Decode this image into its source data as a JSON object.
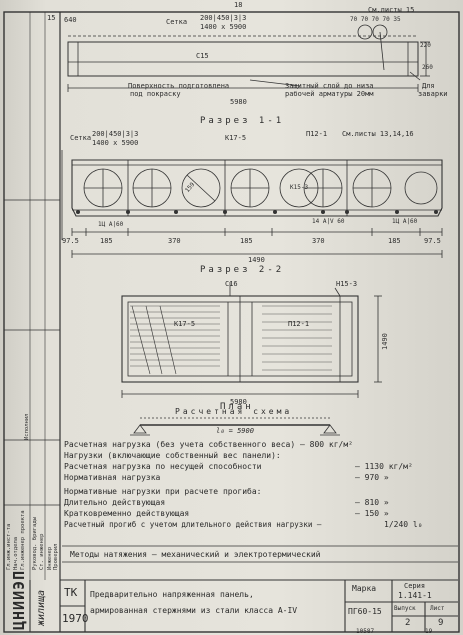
{
  "sheet": {
    "page_top_number": "18",
    "bottom_corner_code": "10587",
    "bottom_corner_page": "19"
  },
  "elevation": {
    "dim_15": "15",
    "dim_640": "640",
    "mesh_label": "Сетка",
    "mesh_spec": "200|450|3|3",
    "mesh_spec_2": "1400 x 5900",
    "sheets_ref": "См.листы 15",
    "dims_top_right": "70 70 70 70 35",
    "dim_c15": "С15",
    "dim_220": "220",
    "dim_260": "260",
    "dim_5980": "5980",
    "surface_note_1": "Поверхность подготовлена",
    "surface_note_2": "под покраску",
    "cover_note_1": "Защитный слой до низа",
    "cover_note_2": "рабочей арматуры 20мм",
    "slab_note_1": "Для",
    "slab_note_2": "заварки"
  },
  "section_1": {
    "title": "Разрез 1-1",
    "mesh_label": "Сетка",
    "mesh_spec": "200|450|3|3",
    "mesh_spec_2": "1400 x 5900",
    "k17": "К17-5",
    "p12": "П12-1",
    "sheets_ref": "См.листы 13,14,16",
    "d159": "159",
    "k15": "К15-3",
    "bar_1": "1Ц А|60",
    "bar_2": "14 А|V 60",
    "bar_3": "1Ц А|60",
    "dims": [
      "97.5",
      "185",
      "370",
      "185",
      "370",
      "185",
      "97.5"
    ],
    "total": "1490"
  },
  "section_2": {
    "title": "Разрез 2-2",
    "c16": "С16",
    "h15": "Н15-3",
    "k17": "К17-5",
    "p12": "П12-1",
    "dim_1490": "1490",
    "total": "5980"
  },
  "plan_title": "План",
  "calc": {
    "title": "Расчетная схема",
    "span": "l₀ = 5900"
  },
  "loads": {
    "design_load": "Расчетная нагрузка (без учета собственного веса) — 800 кг/м²",
    "loads_header": "Нагрузки (включающие собственный вес панели):",
    "bearing": "Расчетная нагрузка по несущей способности",
    "bearing_val": "— 1130 кг/м²",
    "normative": "Нормативная нагрузка",
    "normative_val": "— 970  »",
    "deflection_header": "Нормативные нагрузки при расчете прогиба:",
    "long_term": "Длительно действующая",
    "long_term_val": "— 810  »",
    "short_term": "Кратковременно действующая",
    "short_term_val": "— 150  »",
    "deflection": "Расчетный прогиб с учетом длительного действия нагрузки —",
    "deflection_val": "1/240 l₀"
  },
  "methods": "Методы натяжения — механический и электротермический",
  "title_block": {
    "org_logo": "ЦНИИЭП",
    "org_sub": "жилища",
    "tk": "ТК",
    "year": "1970",
    "title_line1": "Предварительно напряженная панель,",
    "title_line2": "армированная стержнями из стали класса А-IV",
    "mark_label": "Марка",
    "mark_value": "ПГ60-15",
    "series_label": "Серия",
    "series_value": "1.141-1",
    "issue_label": "Выпуск",
    "issue_value": "2",
    "sheet_label": "Лист",
    "sheet_value": "9"
  },
  "stamp": {
    "col1": "Гл.инж.инст-та",
    "col2": "Нач.отдела",
    "col3": "Гл.инженер проекта",
    "col4": "Руковод. бригады",
    "col5": "Ст. инженер",
    "col6": "Инженер",
    "col7": "Проверил",
    "col8": "Исполнил"
  }
}
